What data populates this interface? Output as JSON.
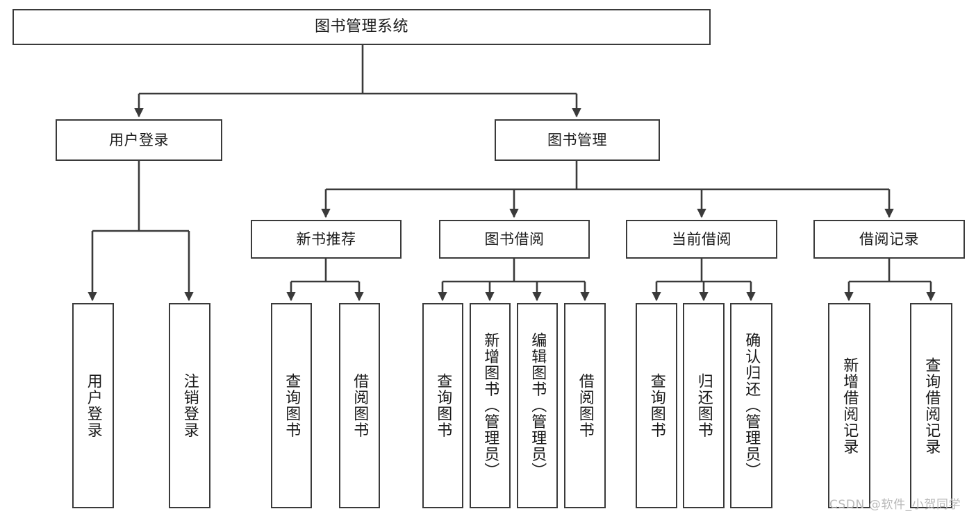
{
  "diagram": {
    "title": "图书管理系统",
    "type": "hierarchy-tree",
    "watermark": "CSDN @软件_小贺同学",
    "colors": {
      "background": "#ffffff",
      "box_border": "#3a3a3a",
      "connector": "#3a3a3a",
      "text": "#1a1a1a",
      "watermark": "#b9b9b9"
    },
    "root": {
      "id": "root",
      "label": "图书管理系统"
    },
    "level2": [
      {
        "id": "user-login",
        "label": "用户登录"
      },
      {
        "id": "book-manage",
        "label": "图书管理"
      }
    ],
    "level3": [
      {
        "id": "new-book-rec",
        "label": "新书推荐",
        "parent": "book-manage"
      },
      {
        "id": "book-borrow",
        "label": "图书借阅",
        "parent": "book-manage"
      },
      {
        "id": "current-borrow",
        "label": "当前借阅",
        "parent": "book-manage"
      },
      {
        "id": "borrow-record",
        "label": "借阅记录",
        "parent": "book-manage"
      }
    ],
    "leaves": [
      {
        "id": "leaf-user-login",
        "label": "用户登录",
        "parent": "user-login"
      },
      {
        "id": "leaf-logout-login",
        "label": "注销登录",
        "parent": "user-login"
      },
      {
        "id": "leaf-query-book-1",
        "label": "查询图书",
        "parent": "new-book-rec"
      },
      {
        "id": "leaf-borrow-book-1",
        "label": "借阅图书",
        "parent": "new-book-rec"
      },
      {
        "id": "leaf-query-book-2",
        "label": "查询图书",
        "parent": "book-borrow"
      },
      {
        "id": "leaf-add-book",
        "label": "新增图书（管理员）",
        "parent": "book-borrow"
      },
      {
        "id": "leaf-edit-book",
        "label": "编辑图书（管理员）",
        "parent": "book-borrow"
      },
      {
        "id": "leaf-borrow-book-2",
        "label": "借阅图书",
        "parent": "book-borrow"
      },
      {
        "id": "leaf-query-book-3",
        "label": "查询图书",
        "parent": "current-borrow"
      },
      {
        "id": "leaf-return-book",
        "label": "归还图书",
        "parent": "current-borrow"
      },
      {
        "id": "leaf-confirm-return",
        "label": "确认归还（管理员）",
        "parent": "current-borrow"
      },
      {
        "id": "leaf-add-record",
        "label": "新增借阅记录",
        "parent": "borrow-record"
      },
      {
        "id": "leaf-query-record",
        "label": "查询借阅记录",
        "parent": "borrow-record"
      }
    ]
  }
}
